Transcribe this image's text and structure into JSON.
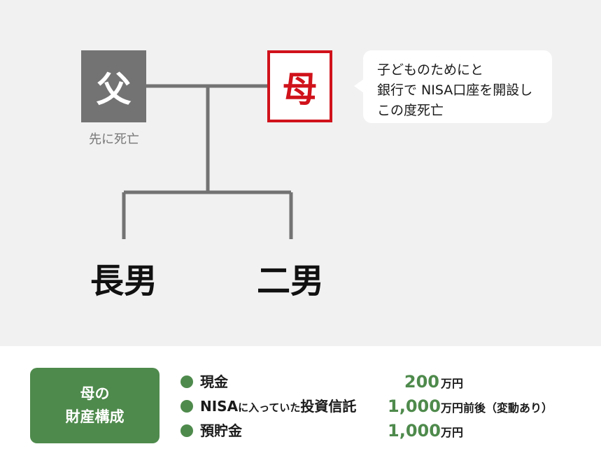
{
  "family_tree": {
    "father": {
      "label": "父",
      "caption": "先に死亡"
    },
    "mother": {
      "label": "母"
    },
    "speech_bubble": {
      "lines": [
        "子どものためにと",
        "銀行で NISA口座を開設し",
        "この度死亡"
      ]
    },
    "children": [
      "長男",
      "二男"
    ]
  },
  "assets": {
    "badge_lines": [
      "母の",
      "財産構成"
    ],
    "items": [
      {
        "label": "現金",
        "label_small": "",
        "label_tail": "",
        "amount": "200",
        "unit": "万円"
      },
      {
        "label": "NISA",
        "label_small": "に入っていた",
        "label_tail": "投資信託",
        "amount": "1,000",
        "unit": "万円前後（変動あり）"
      },
      {
        "label": "預貯金",
        "label_small": "",
        "label_tail": "",
        "amount": "1,000",
        "unit": "万円"
      }
    ]
  },
  "colors": {
    "mother_accent": "#d0121b",
    "father_fill": "#737373",
    "green_accent": "#4e8a4c",
    "top_background": "#f1f1f1"
  }
}
